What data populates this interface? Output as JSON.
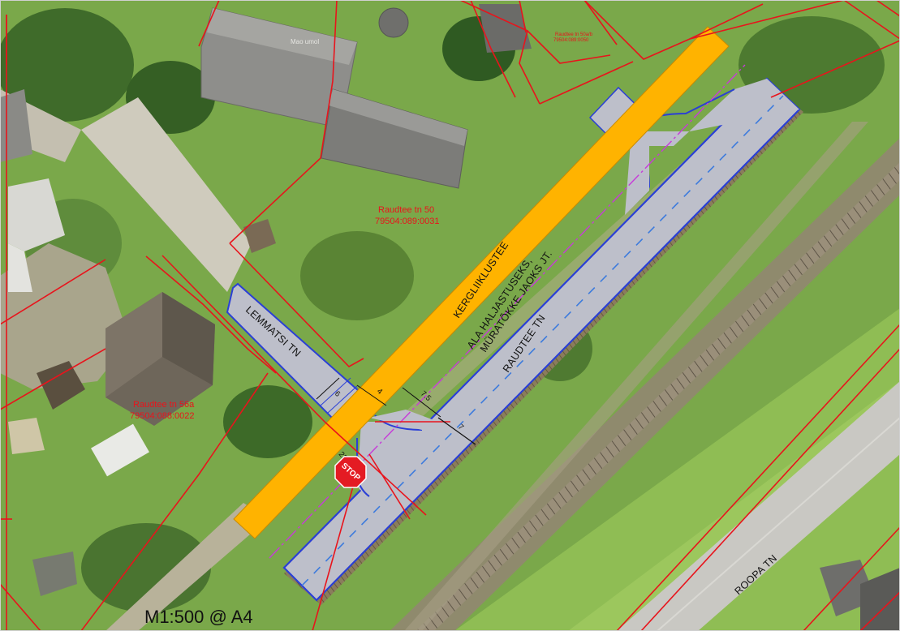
{
  "scale_label": "M1:500 @ A4",
  "streets": {
    "kergliiklustee": "KERGLIIKLUSTEE",
    "lemmatsi": "LEMMATSI TN",
    "raudtee": "RAUDTEE TN",
    "roopa": "ROOPA TN"
  },
  "note": {
    "line1": "ALA HALJASTUSEKS,",
    "line2": "MÜRATÕKKE JAOKS JT."
  },
  "parcels": {
    "raudtee50": {
      "line1": "Raudtee tn 50",
      "line2": "79504:089:0031"
    },
    "raudtee56a": {
      "line1": "Raudtee tn 56a",
      "line2": "79504:088:0022"
    },
    "raudtee50b": {
      "line1": "Raudtee tn 50a/b",
      "line2": "79504:089:0050"
    }
  },
  "building_label": "Mao umol",
  "dimensions": {
    "d6": "6",
    "d4": "4",
    "d75": "7.5",
    "d7": "7",
    "d222": "222"
  },
  "stop_sign": "STOP",
  "colors": {
    "orthophoto_green": "#7aa84a",
    "cycle_path": "#ffb300",
    "road": "#b9bcc8",
    "road_edge": "#2a3fd6",
    "parcel_line": "#e8141c",
    "center_line": "#c73bd9"
  }
}
